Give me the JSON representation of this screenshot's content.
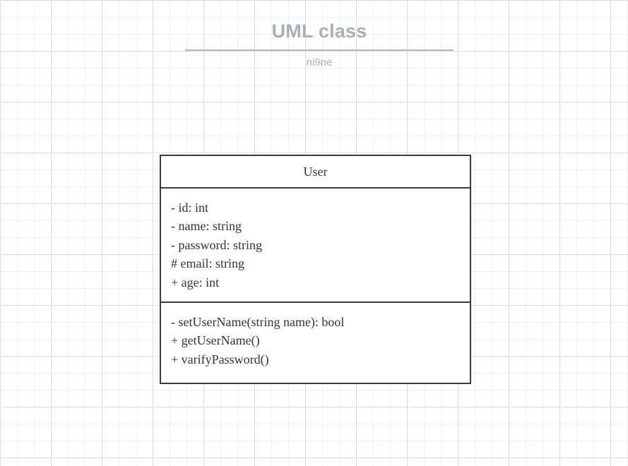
{
  "header": {
    "title": "UML class",
    "subtitle": "ni9ne",
    "title_color": "#a8afba",
    "subtitle_color": "#aab0b9",
    "rule_color": "#b3bac4"
  },
  "canvas": {
    "background_color": "#ffffff",
    "grid_minor_color": "#efefef",
    "grid_major_color": "#dcdcdc"
  },
  "uml_class": {
    "name": "User",
    "border_color": "#3b3b3d",
    "text_color": "#333335",
    "attributes": [
      {
        "text": "- id: int"
      },
      {
        "text": "- name: string"
      },
      {
        "text": "- password: string"
      },
      {
        "text": "# email: string"
      },
      {
        "text": "+ age: int"
      }
    ],
    "methods": [
      {
        "text": "- setUserName(string name): bool"
      },
      {
        "text": "+ getUserName()"
      },
      {
        "text": "+ varifyPassword()"
      }
    ]
  }
}
